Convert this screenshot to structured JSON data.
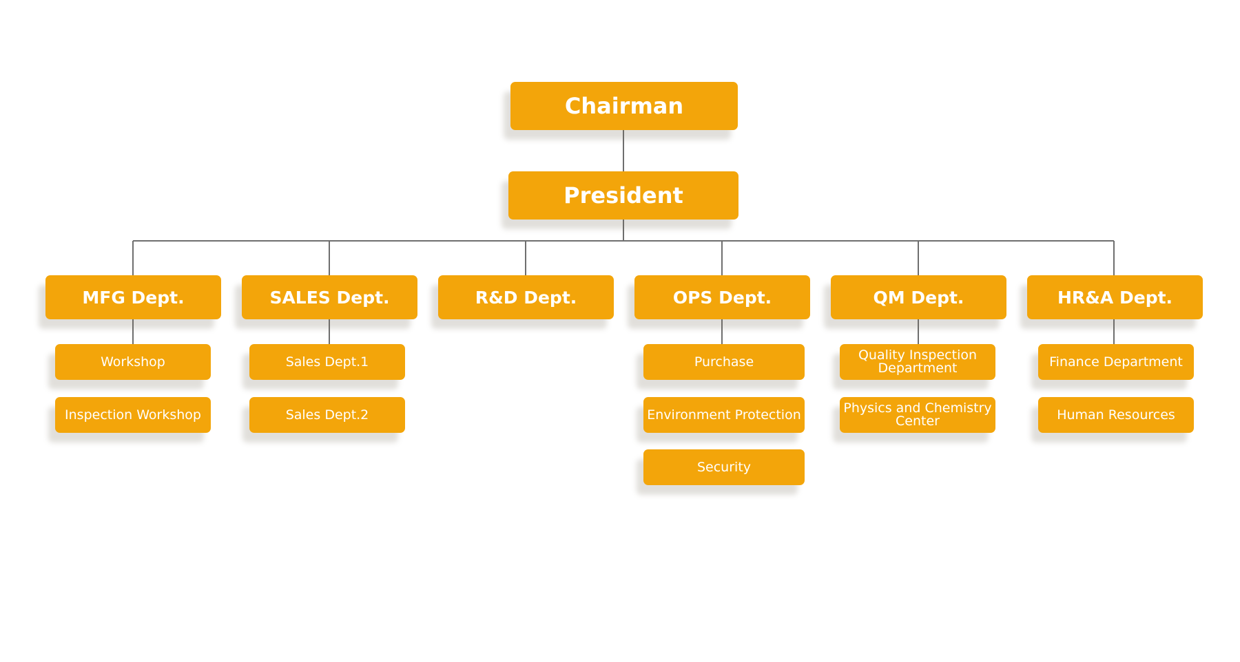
{
  "chart": {
    "root": "Chairman",
    "president": "President",
    "departments": [
      {
        "label": "MFG Dept.",
        "children": [
          "Workshop",
          "Inspection Workshop"
        ]
      },
      {
        "label": "SALES Dept.",
        "children": [
          "Sales Dept.1",
          "Sales Dept.2"
        ]
      },
      {
        "label": "R&D Dept.",
        "children": []
      },
      {
        "label": "OPS Dept.",
        "children": [
          "Purchase",
          "Environment Protection",
          "Security"
        ]
      },
      {
        "label": "QM Dept.",
        "children": [
          "Quality Inspection Department",
          "Physics and Chemistry Center"
        ]
      },
      {
        "label": "HR&A Dept.",
        "children": [
          "Finance Department",
          "Human Resources"
        ]
      }
    ]
  },
  "colors": {
    "box": "#f3a50a",
    "text": "#ffffff",
    "line": "#6e6e6e"
  }
}
